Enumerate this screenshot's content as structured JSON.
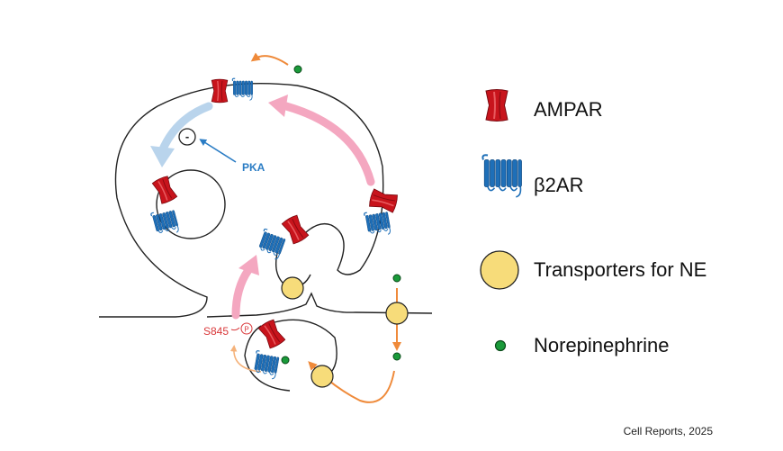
{
  "legend": {
    "ampar": "AMPAR",
    "b2ar": "β2AR",
    "transporter": "Transporters for NE",
    "ne": "Norepinephrine"
  },
  "labels": {
    "pka": "PKA",
    "s845": "S845",
    "minus": "-",
    "phospho": "P"
  },
  "source": "Cell Reports, 2025",
  "colors": {
    "ampar": "#c8141c",
    "b2ar": "#1e6fb8",
    "transporter": "#f7dc7a",
    "ne": "#1a9a3a",
    "pink_arrow": "#f4a7c0",
    "blue_arrow": "#b9d4ec",
    "orange_arrow": "#ef8a3a",
    "pka": "#2a7cc4",
    "s845": "#d9383a"
  }
}
